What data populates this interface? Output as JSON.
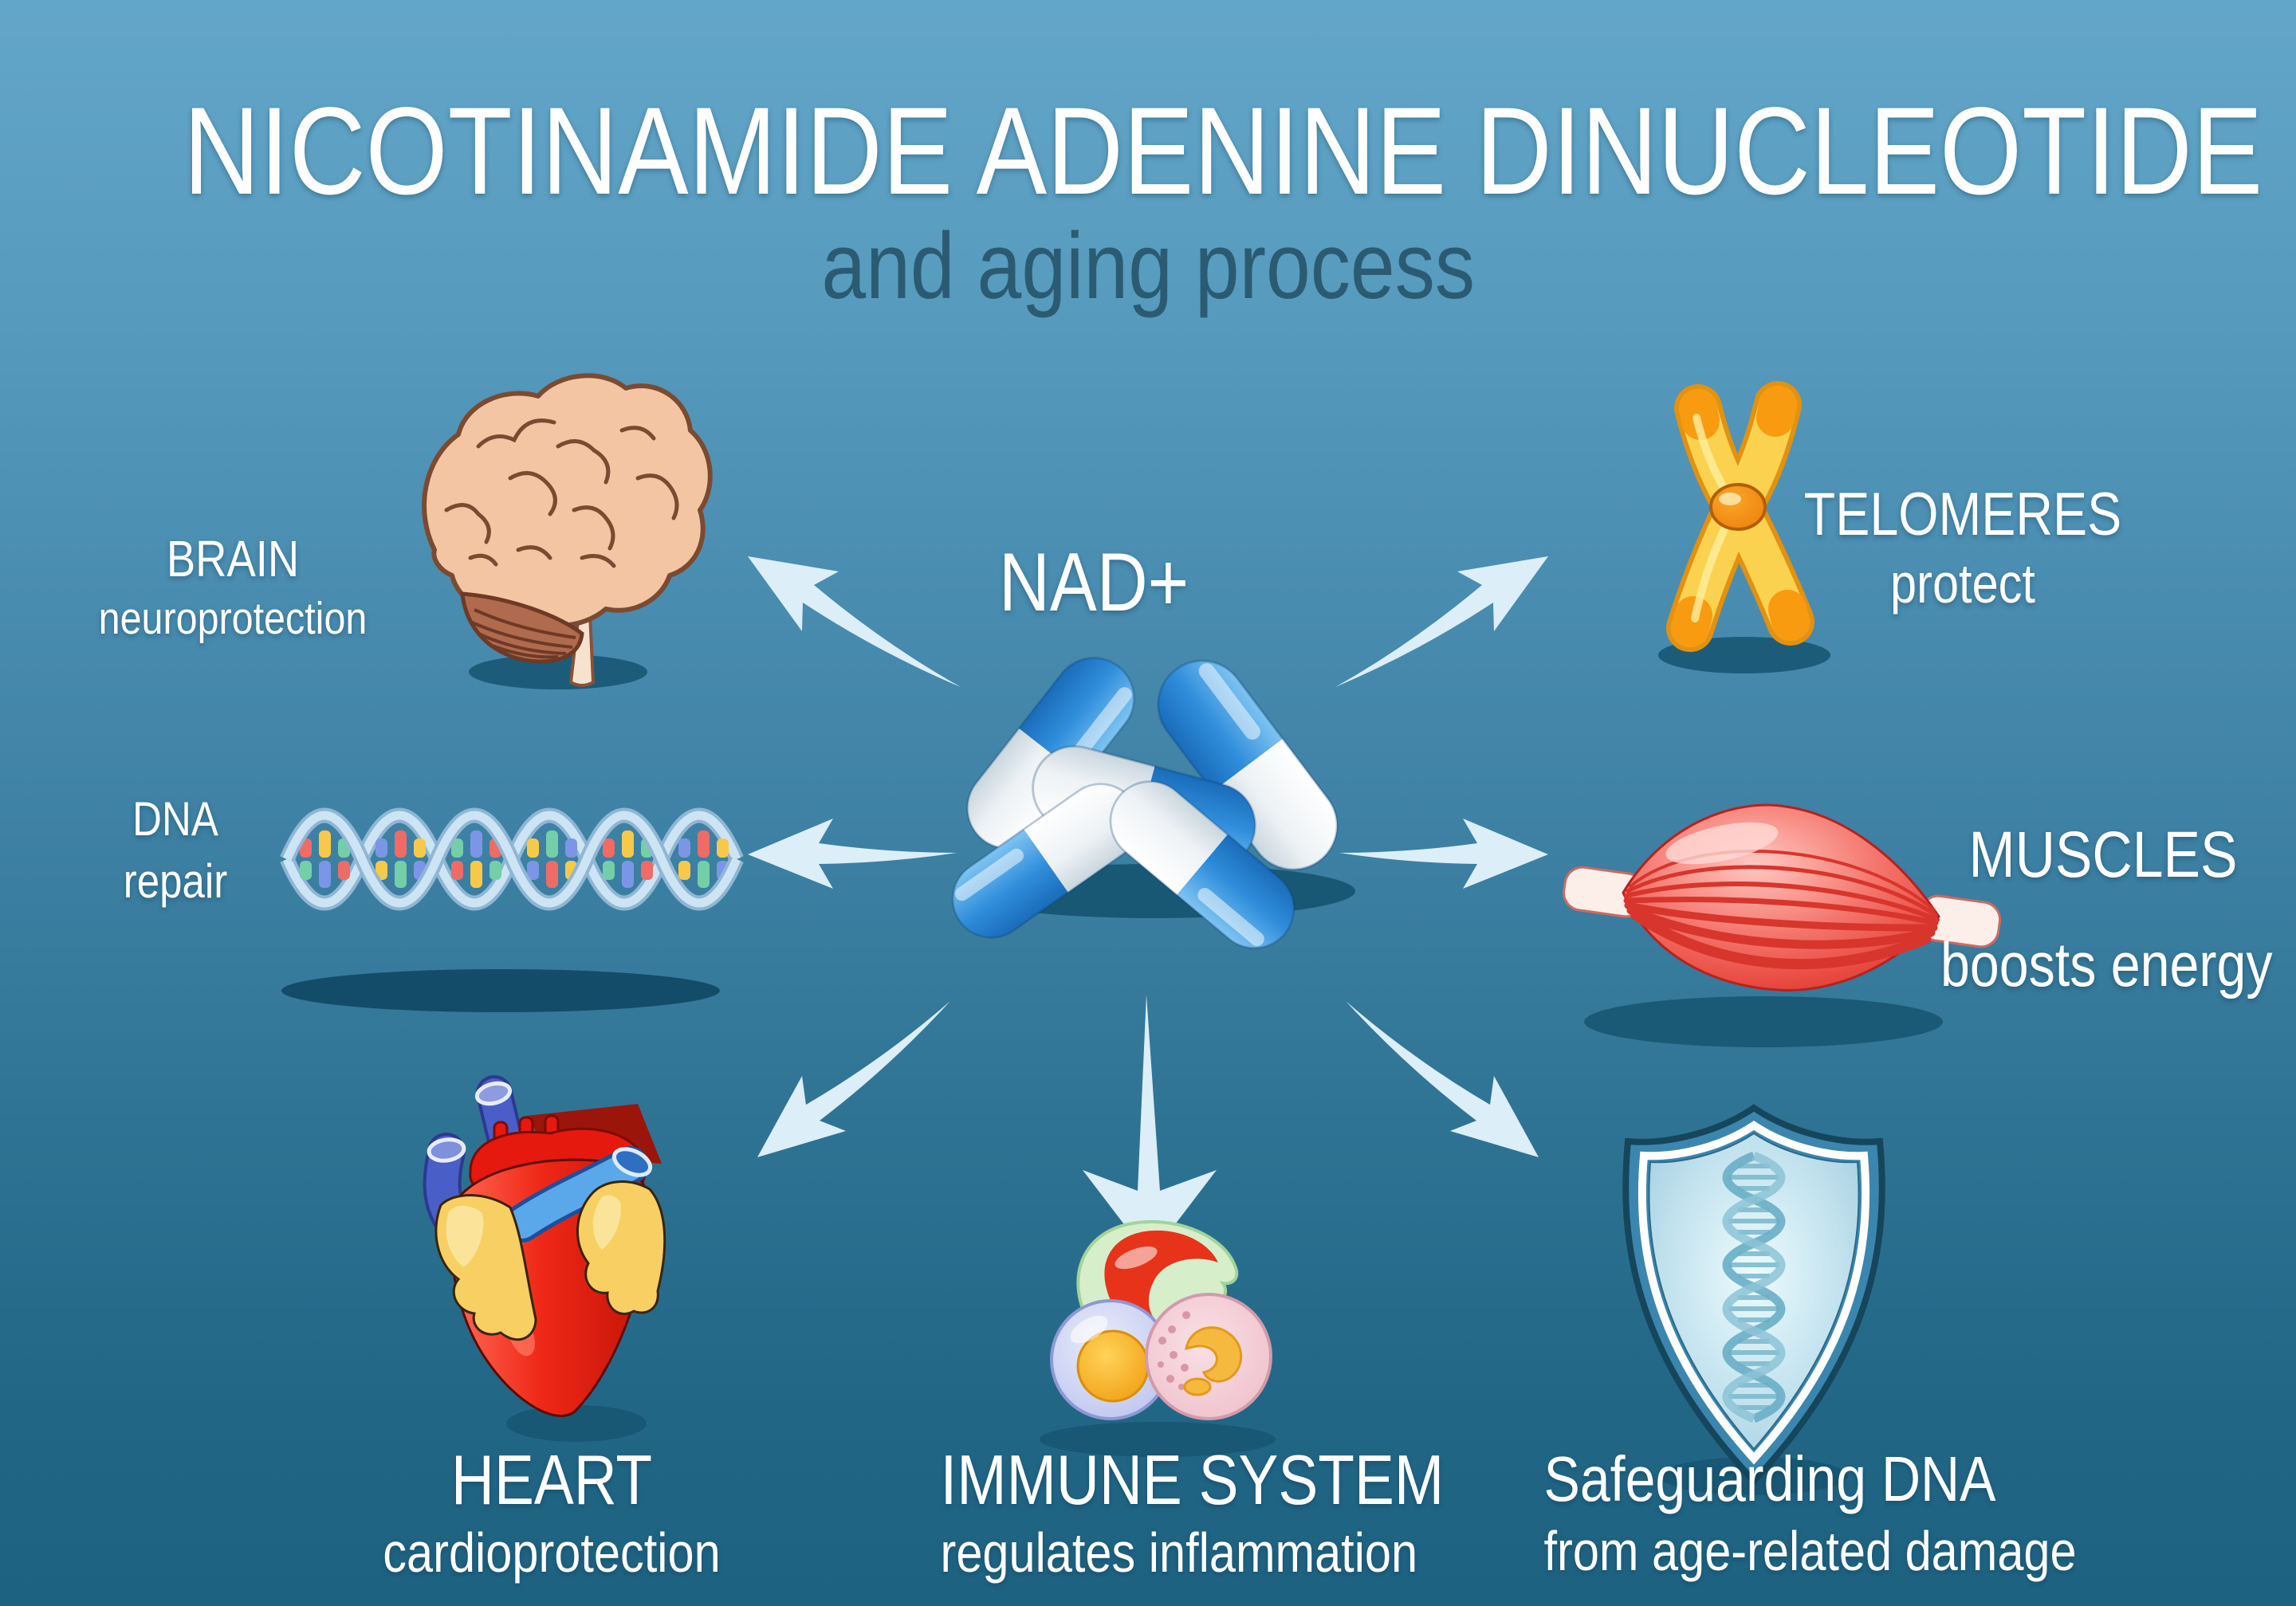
{
  "title": "NICOTINAMIDE ADENINE DINUCLEOTIDE",
  "subtitle": "and aging process",
  "center": {
    "label": "NAD+",
    "icon": "pills-icon"
  },
  "nodes": {
    "brain": {
      "line1": "BRAIN",
      "line2": "neuroprotection",
      "icon": "brain-icon"
    },
    "telomeres": {
      "line1": "TELOMERES",
      "line2": "protect",
      "icon": "chromosome-icon"
    },
    "dna": {
      "line1": "DNA",
      "line2": "repair",
      "icon": "dna-helix-icon"
    },
    "muscles": {
      "line1": "MUSCLES",
      "line2": "boosts energy",
      "icon": "muscle-icon"
    },
    "heart": {
      "line1": "HEART",
      "line2": "cardioprotection",
      "icon": "heart-icon"
    },
    "immune": {
      "line1": "IMMUNE SYSTEM",
      "line2": "regulates inflammation",
      "icon": "immune-cells-icon"
    },
    "shield": {
      "line1": "Safeguarding DNA",
      "line2": "from age-related damage",
      "icon": "shield-dna-icon"
    }
  },
  "colors": {
    "background_top": "#63a6c9",
    "background_bottom": "#1e6282",
    "title": "#ffffff",
    "subtitle": "#2b5b72",
    "arrow": "#dceef8",
    "pill_blue": "#2f8ddb",
    "shadow": "#175673",
    "chromosome_yellow": "#fbd24f",
    "muscle_red": "#e94b41",
    "heart_red": "#e5190d",
    "shield_blue": "#3b86ae"
  },
  "icons": [
    "brain-icon",
    "chromosome-icon",
    "dna-helix-icon",
    "pills-icon",
    "muscle-icon",
    "heart-icon",
    "immune-cells-icon",
    "shield-dna-icon"
  ]
}
